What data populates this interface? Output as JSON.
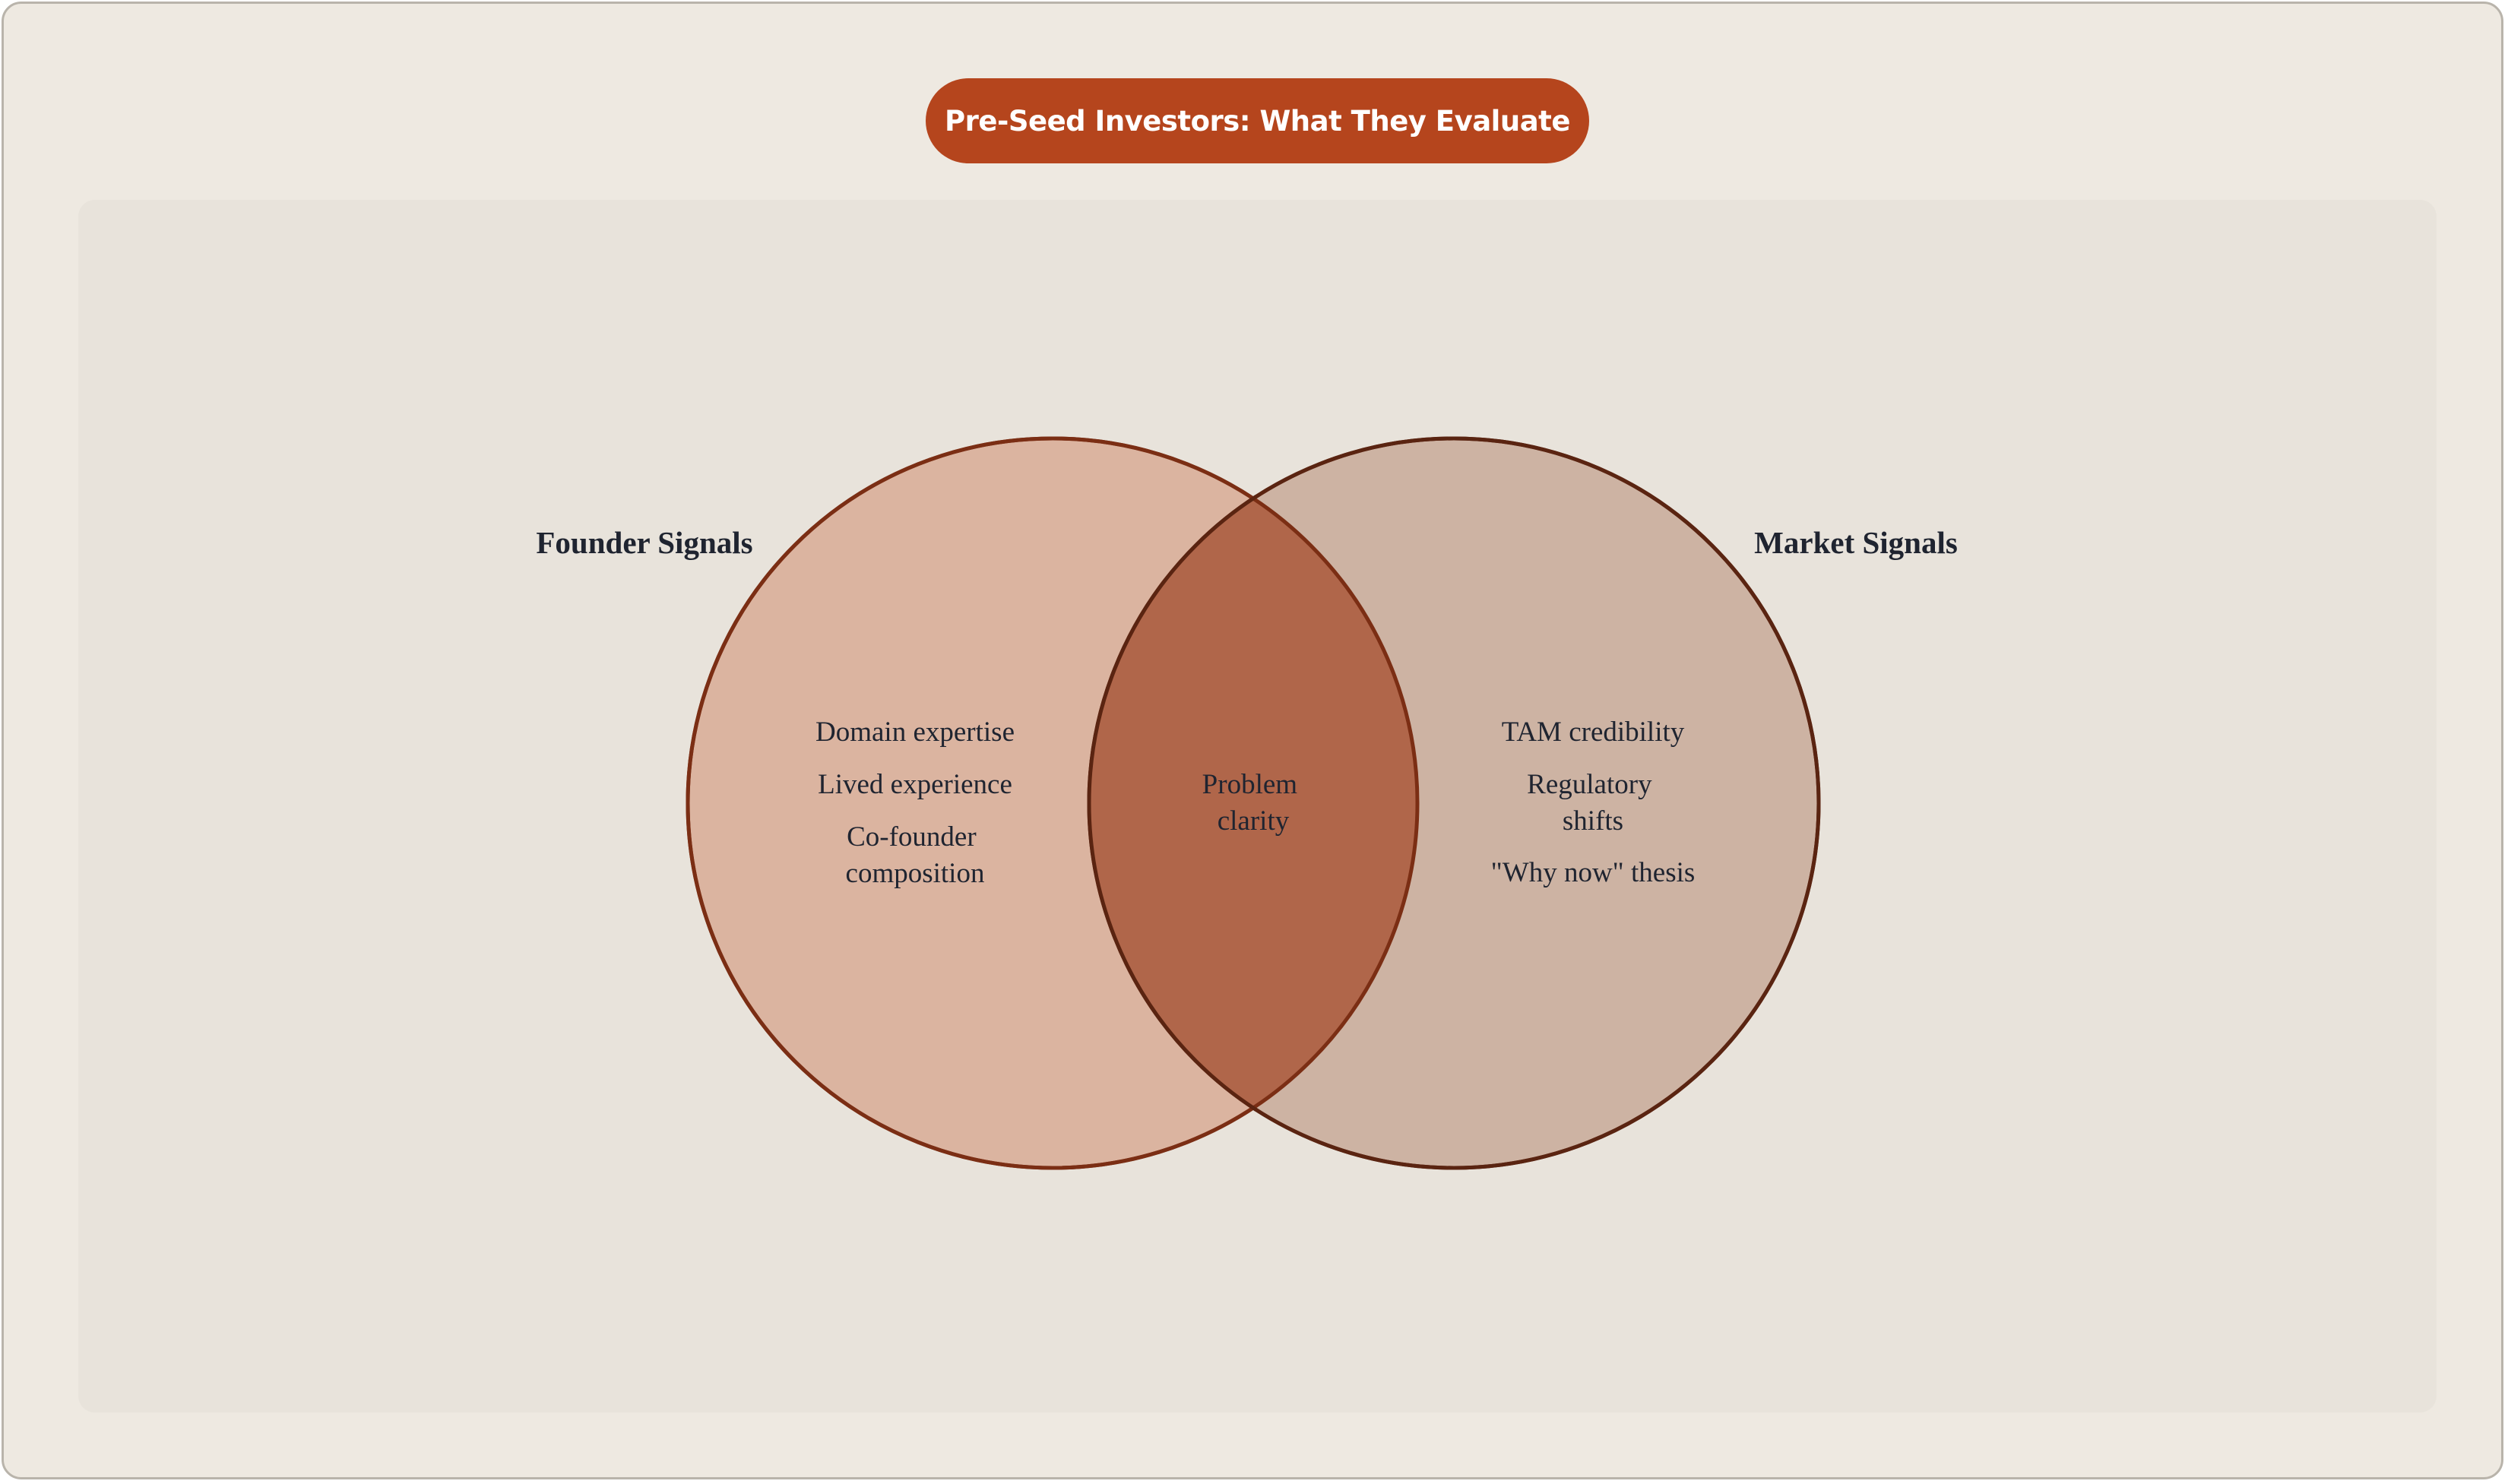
{
  "title": "Pre-Seed Investors: What They Evaluate",
  "sets": [
    {
      "label": "Founder Signals",
      "items": [
        "Domain expertise",
        "Lived experience",
        "Co-founder composition"
      ],
      "fill": "#dbb4a0",
      "stroke": "#7b2e14"
    },
    {
      "label": "Market Signals",
      "items": [
        "TAM credibility",
        "Regulatory shifts",
        "\"Why now\" thesis"
      ],
      "fill": "#cdb3a3",
      "stroke": "#5a2411"
    }
  ],
  "overlap": {
    "items": [
      "Problem clarity"
    ],
    "fill": "#b0664a"
  },
  "colors": {
    "accent": "#b5451d",
    "background": "#eee9e1",
    "panel": "#e8e3db",
    "text": "#1f2430"
  }
}
